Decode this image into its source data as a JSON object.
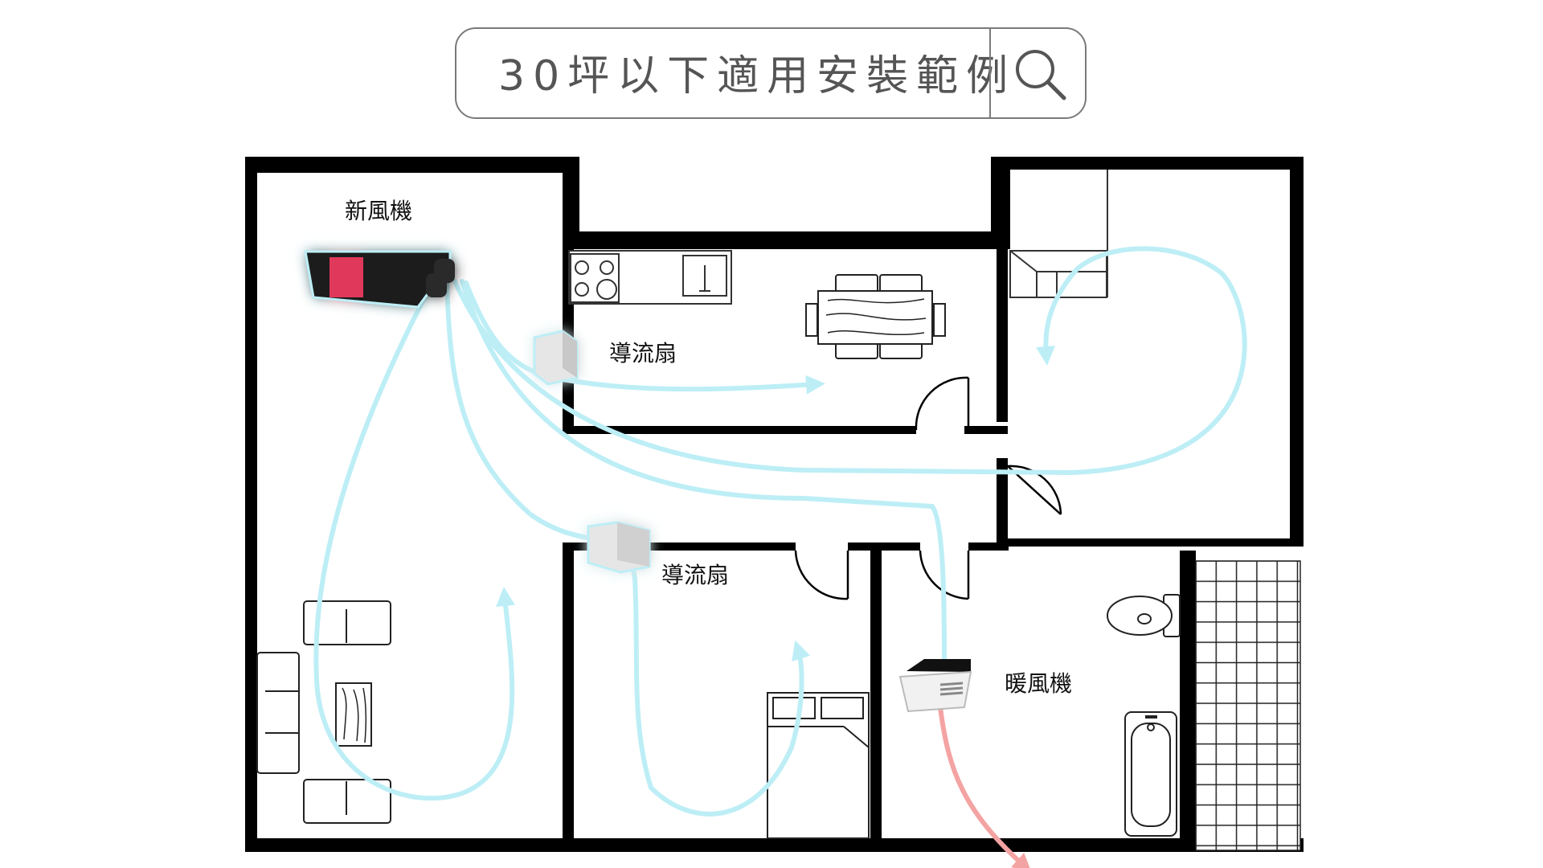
{
  "search": {
    "text": "30坪以下適用安裝範例",
    "icon": "search-icon"
  },
  "labels": {
    "erv": "新風機",
    "fan_kitchen": "導流扇",
    "fan_bedroom": "導流扇",
    "bath_heater": "暖風機"
  },
  "colors": {
    "fresh_air_flow": "#bdeef6",
    "exhaust_flow": "#f4a3a3",
    "wall": "#000000",
    "erv_accent": "#e0395a"
  }
}
